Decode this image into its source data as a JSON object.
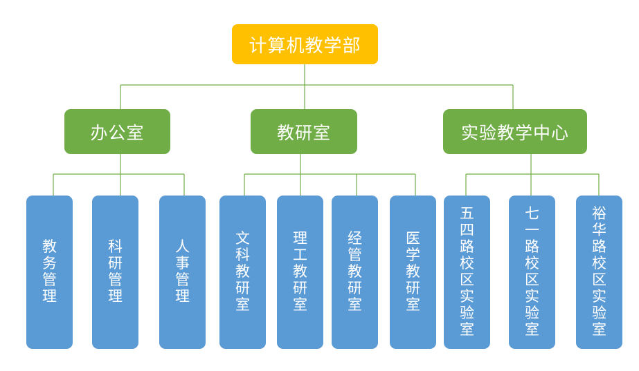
{
  "root": {
    "label": "计算机教学部"
  },
  "departments": [
    {
      "label": "办公室"
    },
    {
      "label": "教研室"
    },
    {
      "label": "实验教学中心"
    }
  ],
  "units": [
    {
      "label": "教务管理"
    },
    {
      "label": "科研管理"
    },
    {
      "label": "人事管理"
    },
    {
      "label": "文科教研室"
    },
    {
      "label": "理工教研室"
    },
    {
      "label": "经管教研室"
    },
    {
      "label": "医学教研室"
    },
    {
      "label": "五四路校区实验室"
    },
    {
      "label": "七一路校区实验室"
    },
    {
      "label": "裕华路校区实验室"
    }
  ],
  "colors": {
    "root": "#ffc000",
    "department": "#70ad47",
    "unit": "#5b9bd5",
    "connector": "#70ad47"
  }
}
